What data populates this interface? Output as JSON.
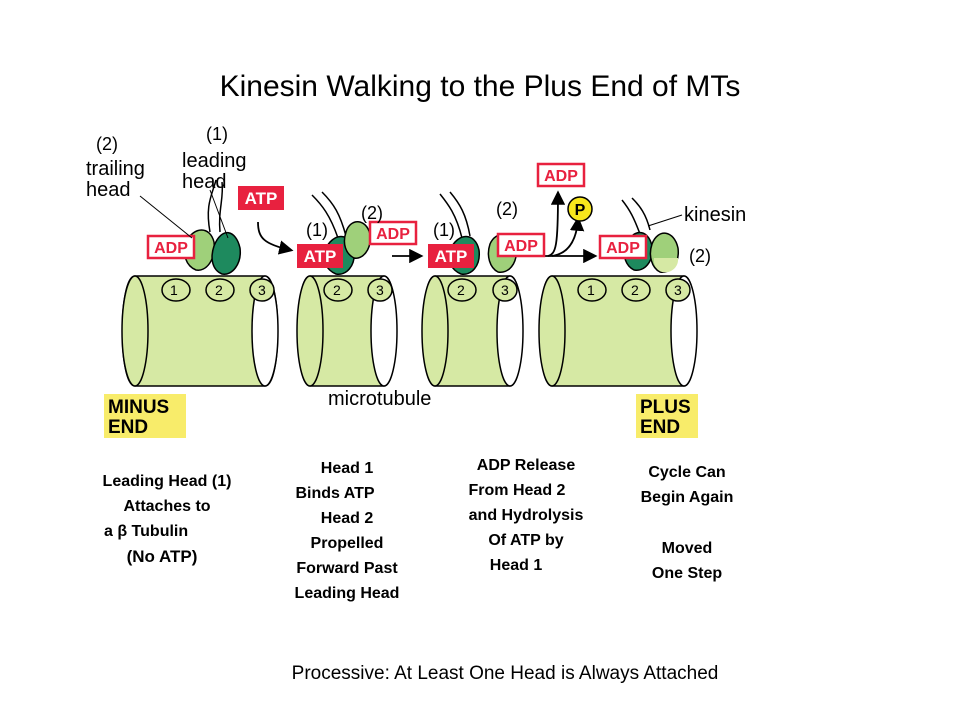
{
  "title": "Kinesin Walking to the Plus End of MTs",
  "footer": "Processive: At Least One Head is Always Attached",
  "labels": {
    "trailing_head_line1": "trailing",
    "trailing_head_line2": "head",
    "leading_head_line1": "leading",
    "leading_head_line2": "head",
    "kinesin": "kinesin",
    "microtubule": "microtubule",
    "minus_end_line1": "MINUS",
    "minus_end_line2": "END",
    "plus_end_line1": "PLUS",
    "plus_end_line2": "END",
    "adp": "ADP",
    "atp": "ATP",
    "phosphate": "P",
    "head1_marker": "(1)",
    "head2_marker": "(2)",
    "site1": "1",
    "site2": "2",
    "site3": "3"
  },
  "captions": {
    "step1": {
      "line1": "Leading Head (1)",
      "line2": "Attaches to",
      "line3": "a β Tubulin",
      "line4": "(No ATP)"
    },
    "step2": {
      "line1": "Head 1",
      "line2": "Binds ATP",
      "line3": "Head 2",
      "line4": "Propelled",
      "line5": "Forward Past",
      "line6": "Leading Head"
    },
    "step3": {
      "line1": "ADP Release",
      "line2": "From Head 2",
      "line3": "and Hydrolysis",
      "line4": "Of ATP by",
      "line5": "Head 1"
    },
    "step4": {
      "line1": "Cycle Can",
      "line2": "Begin Again",
      "line3": "Moved",
      "line4": "One Step"
    }
  },
  "colors": {
    "microtubule_fill": "#d6e9a4",
    "dark_head": "#1e8a5e",
    "light_head": "#9fd07a",
    "adp_red": "#e8213f",
    "atp_fill": "#e8213f",
    "phosphate_yellow": "#f8e71c",
    "end_label_yellow": "#f8ec6a"
  }
}
